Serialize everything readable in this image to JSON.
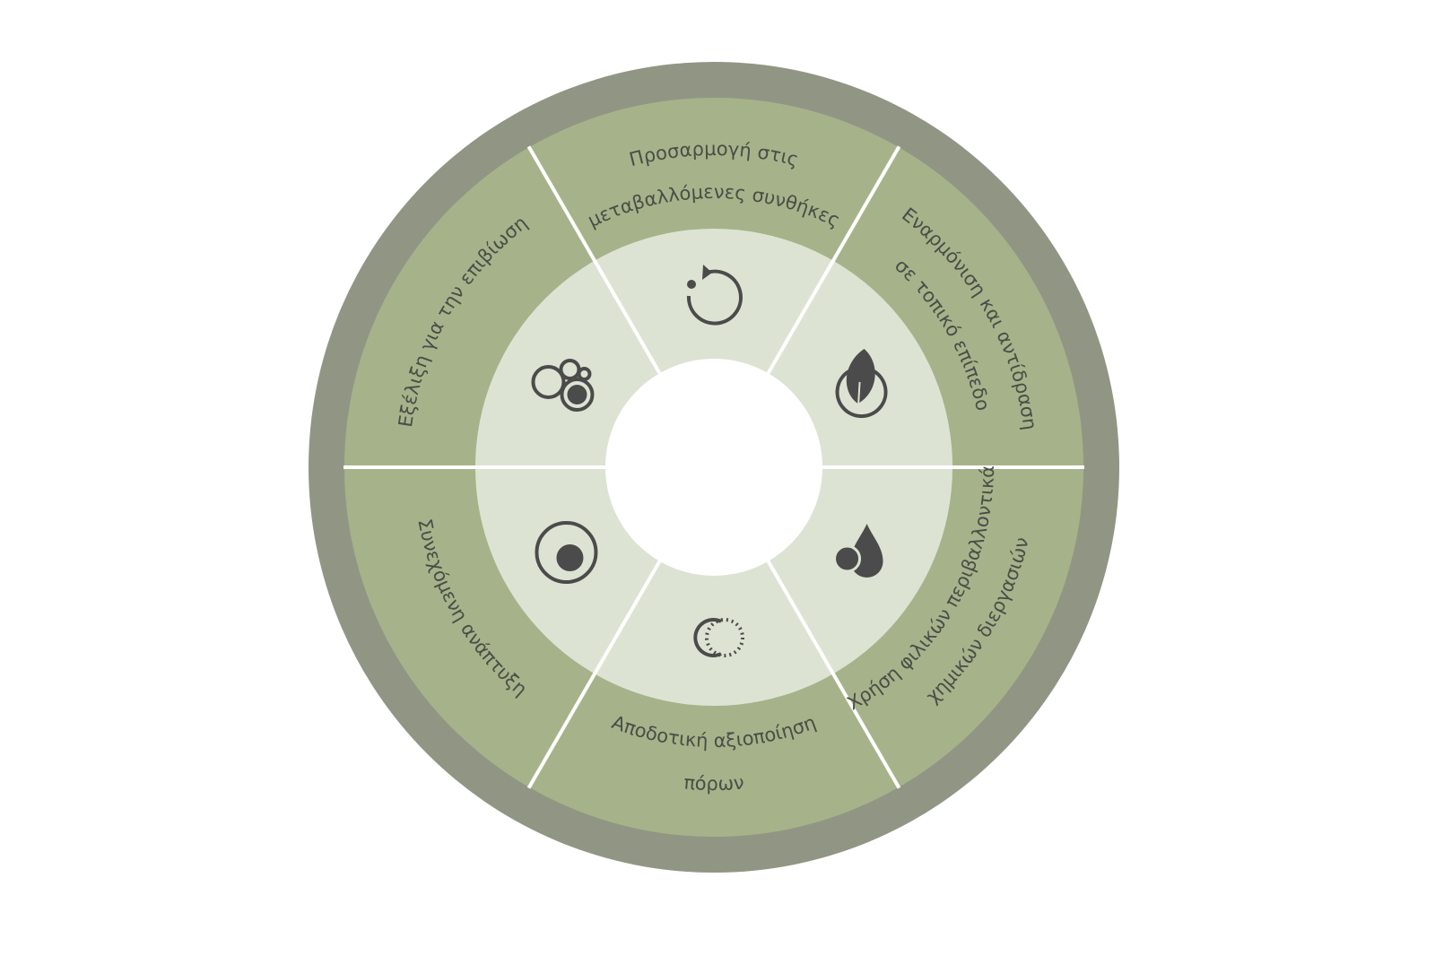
{
  "colors": {
    "outer_ring": "#919684",
    "segment": "#a6b38a",
    "inner_ring": "#dde3d3",
    "center": "#ffffff",
    "divider": "#ffffff",
    "text": "#4a4d47",
    "icon": "#4b4b4b"
  },
  "segments": [
    {
      "id": "adaptation",
      "lines": [
        "Προσαρμογή στις",
        "μεταβαλλόμενες συνθήκες"
      ],
      "icon": "refresh-icon"
    },
    {
      "id": "local",
      "lines": [
        "Εναρμόνιση και αντίδραση",
        "σε τοπικό επίπεδο"
      ],
      "icon": "leaf-icon"
    },
    {
      "id": "chemistry",
      "lines": [
        "Χρήση φιλικών περιβαλλοντικά",
        "χημικών διεργασιών"
      ],
      "icon": "drop-icon"
    },
    {
      "id": "resources",
      "lines": [
        "Αποδοτική αξιοποίηση",
        "πόρων"
      ],
      "icon": "overlap-circles-icon"
    },
    {
      "id": "development",
      "lines": [
        "Συνεχόμενη ανάπτυξη"
      ],
      "icon": "target-circle-icon"
    },
    {
      "id": "evolution",
      "lines": [
        "Εξέλιξη για την επιβίωση"
      ],
      "icon": "bubbles-icon"
    }
  ]
}
